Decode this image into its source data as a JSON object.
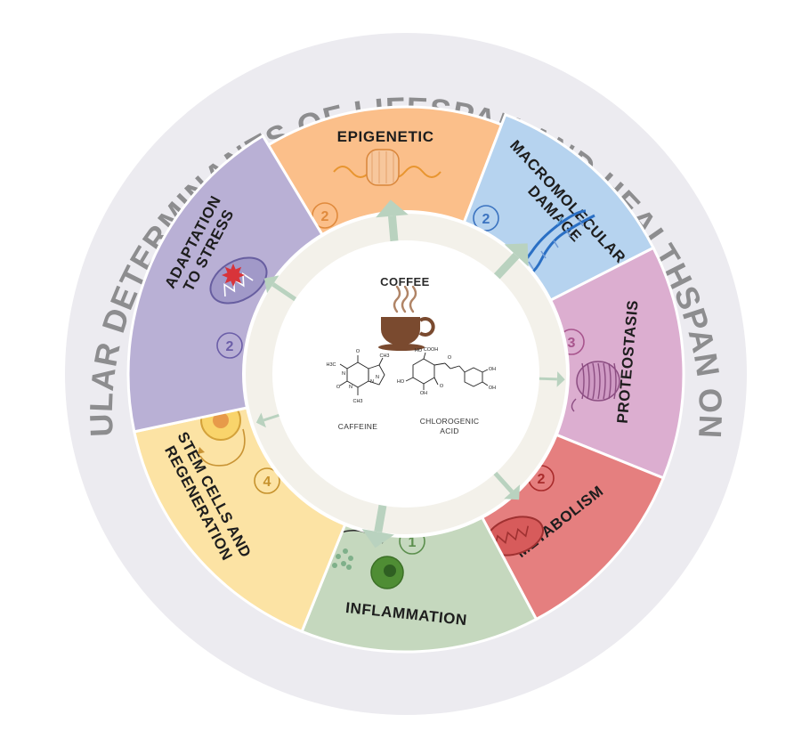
{
  "title": "MOLECULAR DETERMINANTS OF LIFESPAN AND HEALTHSPAN ON AGING",
  "center": {
    "title": "COFFEE",
    "compounds": [
      "CAFFEINE",
      "CHLOROGENIC ACID"
    ]
  },
  "segments": [
    {
      "id": "epigenetic",
      "label": [
        "EPIGENETIC"
      ],
      "count": "2",
      "color": "#fbbf8a",
      "badge_color": "#e08a3c",
      "icon": "chromatin-icon"
    },
    {
      "id": "macromolecular-damage",
      "label": [
        "MACROMOLECULAR",
        "DAMAGE"
      ],
      "count": "2",
      "color": "#b6d3ef",
      "badge_color": "#3b73c0",
      "icon": "dna-helix-icon"
    },
    {
      "id": "proteostasis",
      "label": [
        "PROTEOSTASIS"
      ],
      "count": "3",
      "color": "#dcaed0",
      "badge_color": "#a8558d",
      "icon": "protein-icon"
    },
    {
      "id": "metabolism",
      "label": [
        "METABOLISM"
      ],
      "count": "2",
      "color": "#e57f7f",
      "badge_color": "#a82b2b",
      "icon": "mitochondrion-icon"
    },
    {
      "id": "inflammation",
      "label": [
        "INFLAMMATION"
      ],
      "count": "1",
      "color": "#c5d8be",
      "badge_color": "#5c8f4e",
      "icon": "immune-cell-icon"
    },
    {
      "id": "stem-cells",
      "label": [
        "STEM CELLS AND",
        "REGENERATION"
      ],
      "count": "4",
      "color": "#fce3a4",
      "badge_color": "#c6922d",
      "icon": "stem-cell-icon"
    },
    {
      "id": "adaptation-to-stress",
      "label": [
        "ADAPTATION",
        "TO STRESS"
      ],
      "count": "2",
      "color": "#b9b0d5",
      "badge_color": "#6b5ea8",
      "icon": "ros-mitochondrion-icon"
    }
  ],
  "molecules": {
    "caffeine_atoms": [
      "O",
      "N",
      "CH3",
      "H3C",
      "N",
      "N",
      "N",
      "O",
      "CH3"
    ],
    "chlorogenic_atoms": [
      "HO",
      "COOH",
      "HO",
      "OH",
      "O",
      "O",
      "OH",
      "OH"
    ]
  },
  "colors": {
    "outer_ring": "#ecebf0",
    "inner_disc": "#f3f1ea",
    "center_disc": "#ffffff",
    "arrows": "#b9d2bf",
    "title_text": "#8d8d8f",
    "coffee_cup": "#7a4a2f"
  }
}
